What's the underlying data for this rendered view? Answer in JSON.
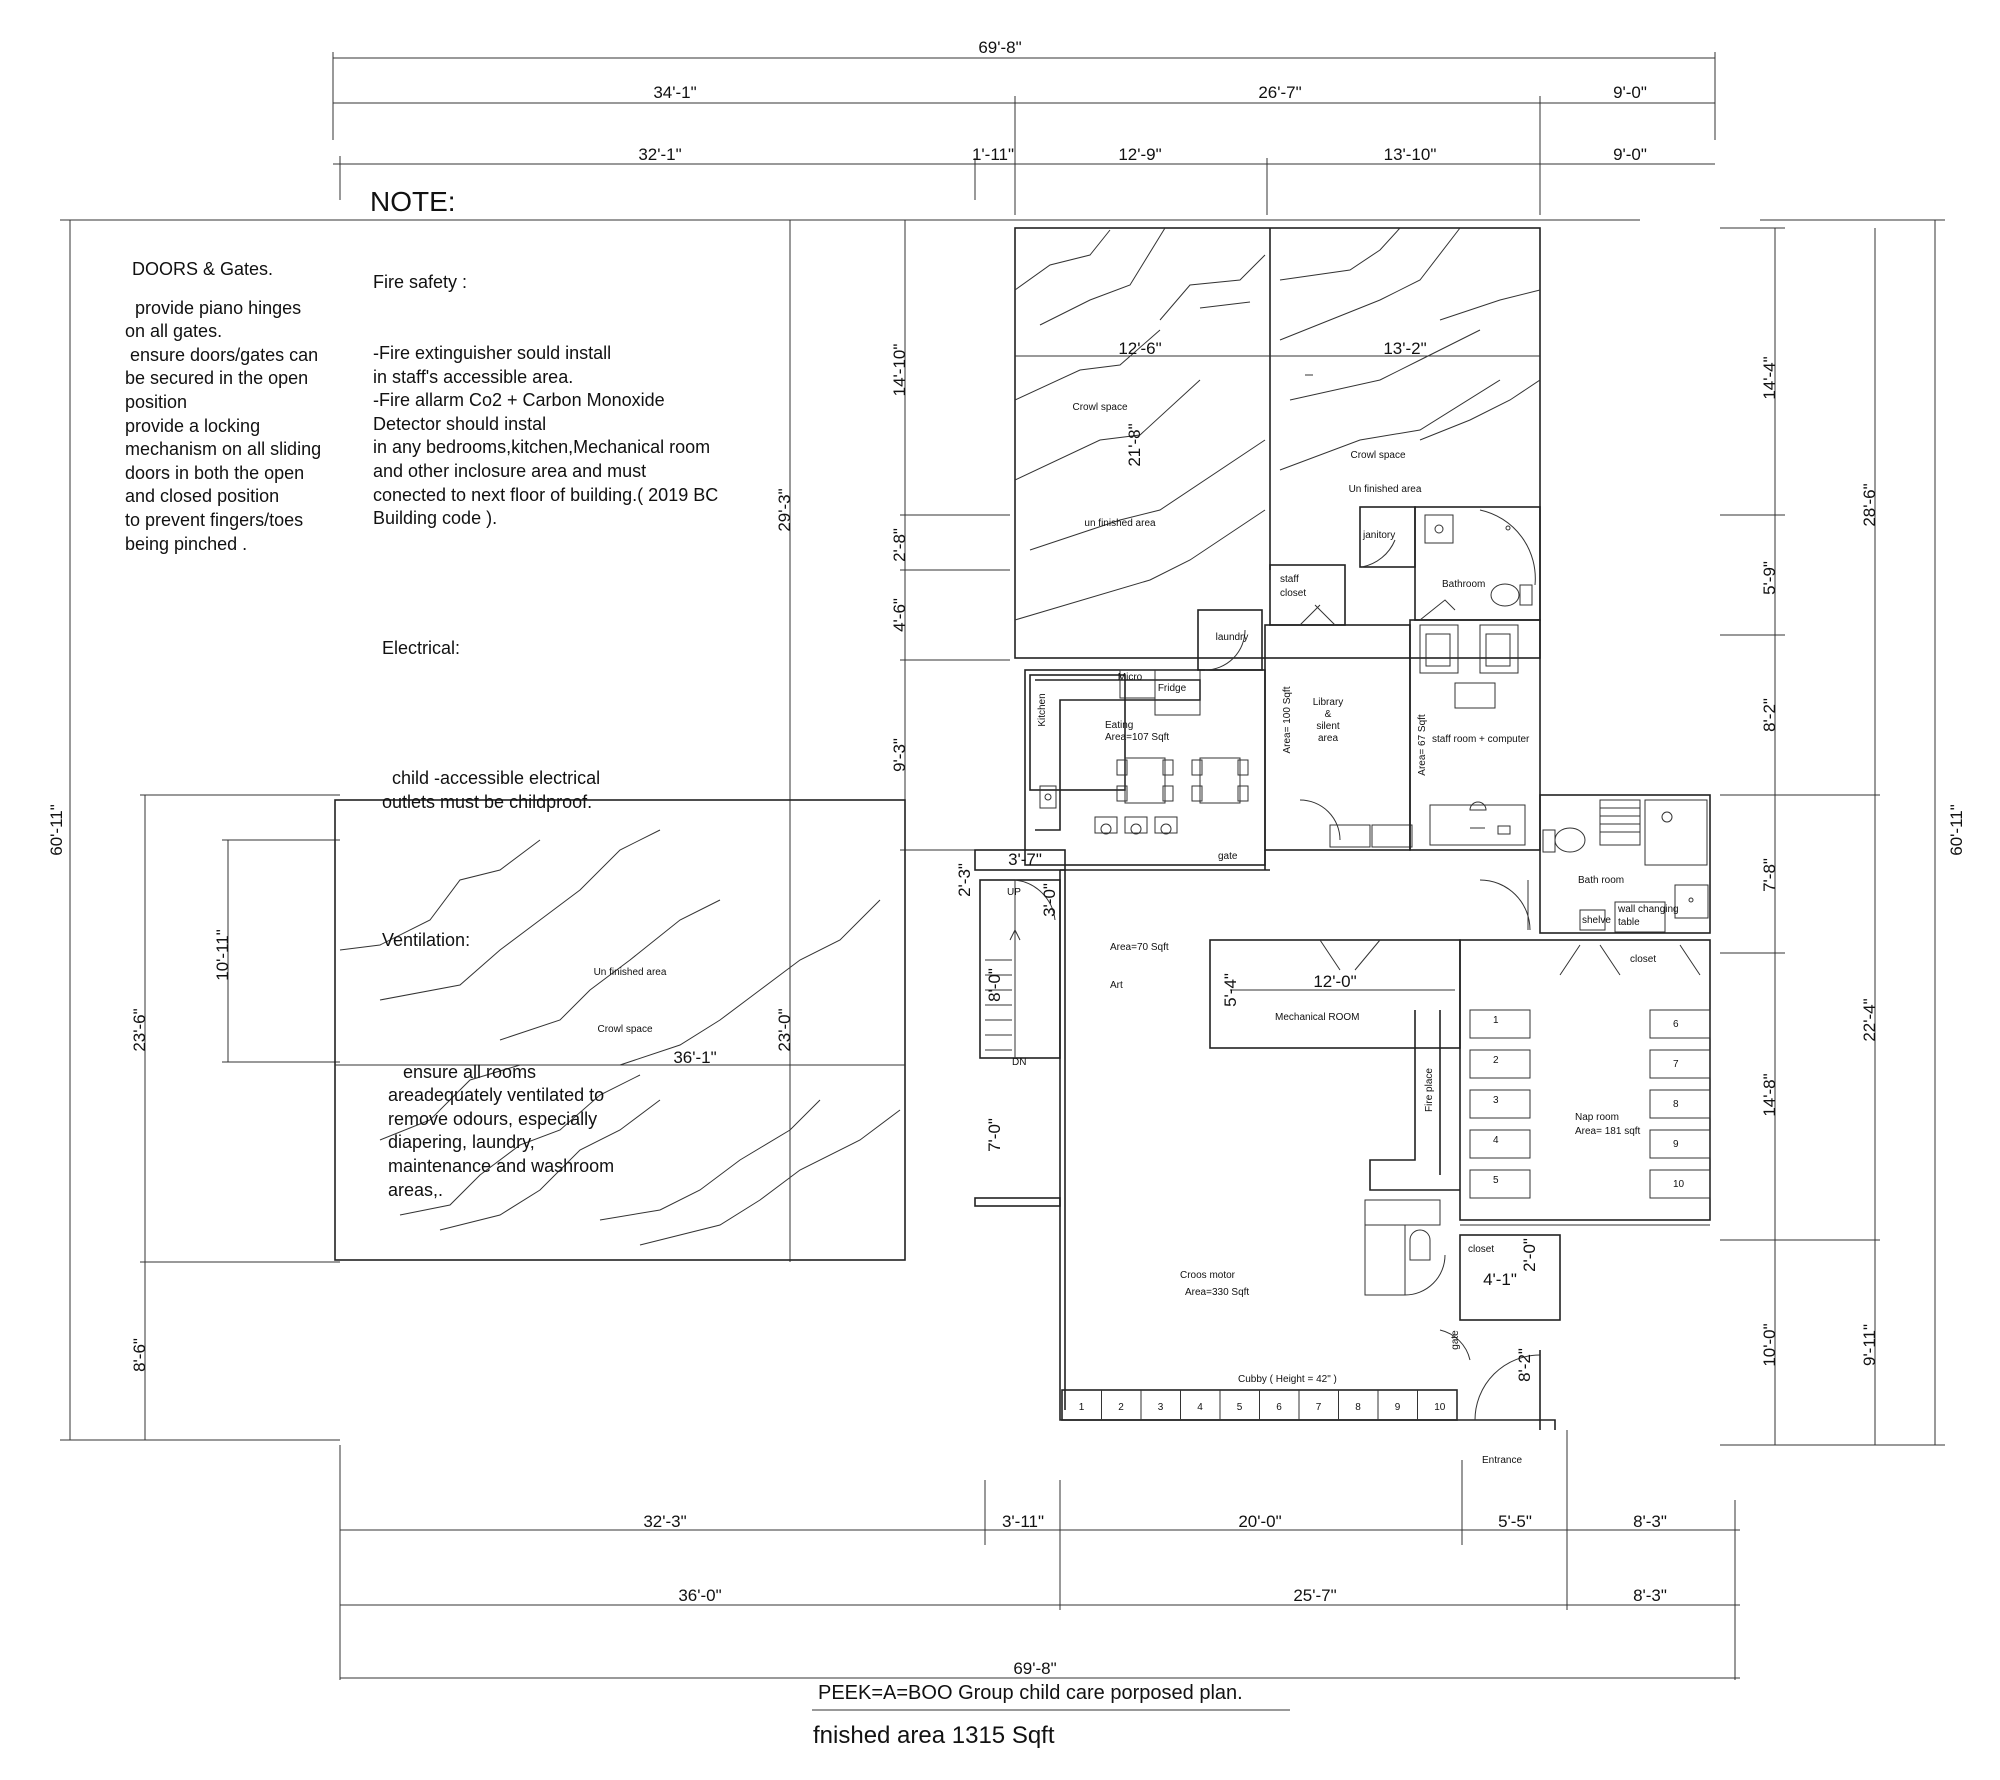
{
  "title": "PEEK=A=BOO Group child care porposed plan.",
  "subtitle": "fnished area 1315 Sqft",
  "doors_note": {
    "heading": "DOORS & Gates.",
    "lines": [
      "  provide piano hinges",
      "on all gates.",
      " ensure doors/gates can",
      "be secured in the open",
      "position",
      "provide a locking",
      "mechanism on all sliding",
      "doors in both the open",
      "and closed position",
      "to prevent fingers/toes",
      "being pinched ."
    ]
  },
  "main_note": {
    "heading": "NOTE:",
    "fire_heading": "Fire safety :",
    "fire_lines": [
      "-Fire extinguisher sould install",
      "in staff's accessible area.",
      "-Fire allarm Co2 + Carbon Monoxide",
      "Detector should instal",
      "in any bedrooms,kitchen,Mechanical room",
      "and other inclosure area and must",
      "conected to next floor of building.( 2019 BC",
      "Building code )."
    ],
    "electrical_heading": "Electrical:",
    "electrical_lines": [
      "  child -accessible electrical",
      "outlets must be childproof."
    ],
    "ventilation_heading": "Ventilation:",
    "ventilation_lines": [
      "   ensure all rooms",
      "areadequately ventilated to",
      "remove odours, especially",
      "diapering, laundry,",
      "maintenance and washroom",
      "areas,."
    ]
  },
  "dimensions": {
    "top_total": "69'-8\"",
    "top_a": "34'-1\"",
    "top_b": "26'-7\"",
    "top_c": "9'-0\"",
    "top2_a": "32'-1\"",
    "top2_b": "1'-11\"",
    "top2_c": "12'-9\"",
    "top2_d": "13'-10\"",
    "top2_e": "9'-0\"",
    "bottom_total": "69'-8\"",
    "bottom_a": "32'-3\"",
    "bottom_b": "3'-11\"",
    "bottom_c": "20'-0\"",
    "bottom_d": "5'-5\"",
    "bottom_e": "8'-3\"",
    "bottom2_a": "36'-0\"",
    "bottom2_b": "25'-7\"",
    "bottom2_c": "8'-3\"",
    "left_total": "60'-11\"",
    "left_a": "23'-6\"",
    "left_b": "8'-6\"",
    "left_c": "10'-11\"",
    "left_d": "29'-3\"",
    "left_e": "23'-0\"",
    "mid_a": "14'-10\"",
    "mid_b": "2'-8\"",
    "mid_c": "4'-6\"",
    "mid_d": "9'-3\"",
    "right_total": "60'-11\"",
    "right_a": "28'-6\"",
    "right_b": "22'-4\"",
    "right_c": "9'-11\"",
    "right2_a": "14'-4\"",
    "right2_b": "5'-9\"",
    "right2_c": "8'-2\"",
    "right2_d": "7'-8\"",
    "right2_e": "14'-8\"",
    "right2_f": "10'-0\"",
    "in_a": "12'-6\"",
    "in_b": "13'-2\"",
    "in_c": "21'-8\"",
    "in_d": "36'-1\"",
    "in_e": "12'-0\"",
    "in_f": "5'-4\"",
    "in_g": "3'-7\"",
    "in_h": "2'-3\"",
    "in_i": "3'-0\"",
    "in_j": "8'-0\"",
    "in_k": "7'-0\"",
    "in_l": "4'-1\"",
    "in_m": "2'-0\"",
    "in_n": "8'-2\""
  },
  "labels": {
    "crawl1": "Crowl space",
    "unfin1": "un finished area",
    "crawl2": "Crowl space",
    "unfin2": "Un finished area",
    "janitory": "janitory",
    "bathroom": "Bathroom",
    "staff_closet_1": "staff",
    "staff_closet_2": "closet",
    "laundry": "laundry",
    "micro": "Micro",
    "fridge": "Fridge",
    "kitchen": "Kitchen",
    "eating": "Eating",
    "eating_area": "Area=107 Sqft",
    "library_area": "Area= 100 Sqft",
    "library_1": "Library",
    "library_2": "&",
    "library_3": "silent",
    "library_4": "area",
    "staff_area": "Area= 67 Sqft",
    "staff_room": "staff room + computer",
    "gate1": "gate",
    "bath_room": "Bath room",
    "shelve": "shelve",
    "wall_changing_1": "wall changing",
    "wall_changing_2": "table",
    "art_area": "Area=70 Sqft",
    "art": "Art",
    "mechanical": "Mechanical ROOM",
    "closet1": "closet",
    "nap_room": "Nap room",
    "nap_area": "Area= 181 sqft",
    "fire_place": "Fire place",
    "unfin3": "Un finished area",
    "crawl3": "Crowl space",
    "closet2": "closet",
    "cross_motor": "Croos motor",
    "cross_area": "Area=330 Sqft",
    "gate2": "gate",
    "cubby": "Cubby  ( Height = 42\" )",
    "entrance": "Entrance",
    "up": "UP",
    "dn": "DN"
  },
  "cots_left": [
    "1",
    "2",
    "3",
    "4",
    "5"
  ],
  "cots_right": [
    "6",
    "7",
    "8",
    "9",
    "10"
  ],
  "cubbies": [
    "1",
    "2",
    "3",
    "4",
    "5",
    "6",
    "7",
    "8",
    "9",
    "10"
  ]
}
